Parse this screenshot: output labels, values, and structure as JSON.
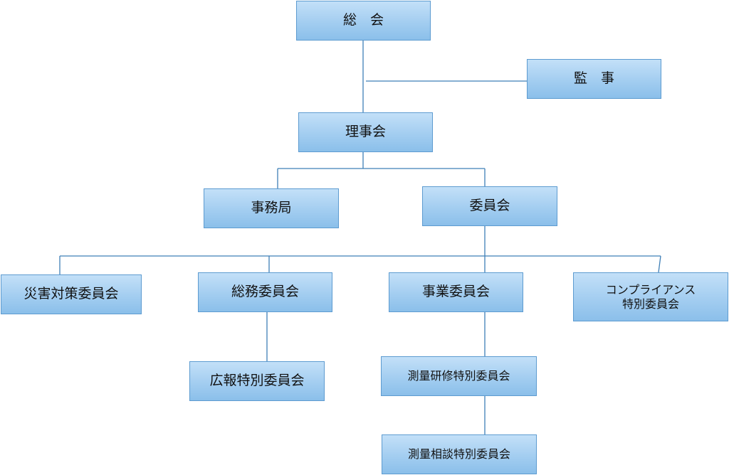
{
  "org": {
    "general_assembly": "総　会",
    "auditor": "監　事",
    "board": "理事会",
    "secretariat": "事務局",
    "committee": "委員会",
    "disaster_committee": "災害対策委員会",
    "general_affairs_committee": "総務委員会",
    "business_committee": "事業委員会",
    "compliance_committee": "コンプライアンス\n特別委員会",
    "pr_committee": "広報特別委員会",
    "survey_training_committee": "測量研修特別委員会",
    "survey_consult_committee": "測量相談特別委員会"
  },
  "colors": {
    "box_fill": "#a6cff1",
    "box_border": "#5d9bd0",
    "connector": "#3f7fb6"
  }
}
